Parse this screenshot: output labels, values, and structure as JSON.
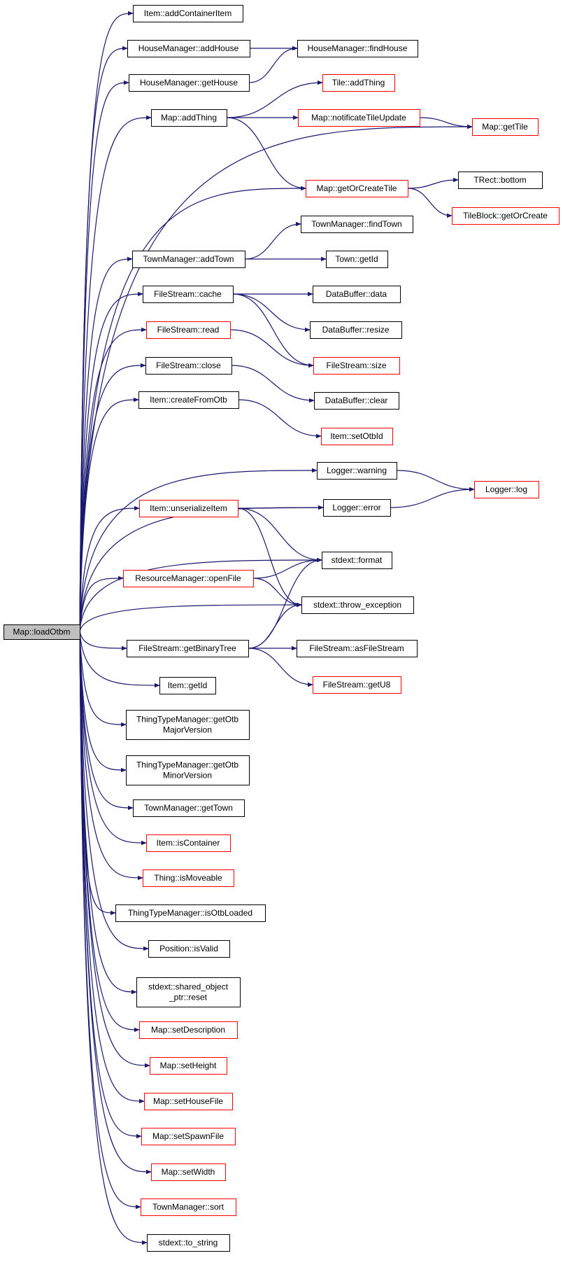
{
  "colors": {
    "edge": "#191970",
    "node_border_documented": "#000000",
    "node_border_undocumented": "#ff0000",
    "root_fill": "#bfbfbf",
    "node_fill": "#ffffff"
  },
  "root": {
    "label": "Map::loadOtbm"
  },
  "nodes": [
    {
      "id": "n1",
      "lines": [
        "Item::addContainerItem"
      ],
      "style": "black"
    },
    {
      "id": "n2",
      "lines": [
        "HouseManager::addHouse"
      ],
      "style": "black"
    },
    {
      "id": "n3",
      "lines": [
        "HouseManager::findHouse"
      ],
      "style": "black"
    },
    {
      "id": "n4",
      "lines": [
        "HouseManager::getHouse"
      ],
      "style": "black"
    },
    {
      "id": "n5",
      "lines": [
        "Tile::addThing"
      ],
      "style": "red"
    },
    {
      "id": "n6",
      "lines": [
        "Map::addThing"
      ],
      "style": "black"
    },
    {
      "id": "n7",
      "lines": [
        "Map::notificateTileUpdate"
      ],
      "style": "red"
    },
    {
      "id": "n8",
      "lines": [
        "Map::getTile"
      ],
      "style": "red"
    },
    {
      "id": "n9",
      "lines": [
        "TRect::bottom"
      ],
      "style": "black"
    },
    {
      "id": "n10",
      "lines": [
        "Map::getOrCreateTile"
      ],
      "style": "red"
    },
    {
      "id": "n11",
      "lines": [
        "TileBlock::getOrCreate"
      ],
      "style": "red"
    },
    {
      "id": "n12",
      "lines": [
        "TownManager::findTown"
      ],
      "style": "black"
    },
    {
      "id": "n13",
      "lines": [
        "TownManager::addTown"
      ],
      "style": "black"
    },
    {
      "id": "n14",
      "lines": [
        "Town::getId"
      ],
      "style": "black"
    },
    {
      "id": "n15",
      "lines": [
        "FileStream::cache"
      ],
      "style": "black"
    },
    {
      "id": "n16",
      "lines": [
        "DataBuffer::data"
      ],
      "style": "black"
    },
    {
      "id": "n17",
      "lines": [
        "FileStream::read"
      ],
      "style": "red"
    },
    {
      "id": "n18",
      "lines": [
        "DataBuffer::resize"
      ],
      "style": "black"
    },
    {
      "id": "n19",
      "lines": [
        "FileStream::close"
      ],
      "style": "black"
    },
    {
      "id": "n20",
      "lines": [
        "FileStream::size"
      ],
      "style": "red"
    },
    {
      "id": "n21",
      "lines": [
        "Item::createFromOtb"
      ],
      "style": "black"
    },
    {
      "id": "n22",
      "lines": [
        "DataBuffer::clear"
      ],
      "style": "black"
    },
    {
      "id": "n23",
      "lines": [
        "Item::setOtbId"
      ],
      "style": "red"
    },
    {
      "id": "n24",
      "lines": [
        "Logger::warning"
      ],
      "style": "black"
    },
    {
      "id": "n25",
      "lines": [
        "Logger::log"
      ],
      "style": "red"
    },
    {
      "id": "n26",
      "lines": [
        "Item::unserializeItem"
      ],
      "style": "red"
    },
    {
      "id": "n27",
      "lines": [
        "Logger::error"
      ],
      "style": "black"
    },
    {
      "id": "n28",
      "lines": [
        "stdext::format"
      ],
      "style": "black"
    },
    {
      "id": "n29",
      "lines": [
        "ResourceManager::openFile"
      ],
      "style": "red"
    },
    {
      "id": "n30",
      "lines": [
        "stdext::throw_exception"
      ],
      "style": "black"
    },
    {
      "id": "n31",
      "lines": [
        "FileStream::getBinaryTree"
      ],
      "style": "black"
    },
    {
      "id": "n32",
      "lines": [
        "FileStream::asFileStream"
      ],
      "style": "black"
    },
    {
      "id": "n33",
      "lines": [
        "FileStream::getU8"
      ],
      "style": "red"
    },
    {
      "id": "n34",
      "lines": [
        "Item::getId"
      ],
      "style": "black"
    },
    {
      "id": "n35",
      "lines": [
        "ThingTypeManager::getOtb",
        "MajorVersion"
      ],
      "style": "black"
    },
    {
      "id": "n36",
      "lines": [
        "ThingTypeManager::getOtb",
        "MinorVersion"
      ],
      "style": "black"
    },
    {
      "id": "n37",
      "lines": [
        "TownManager::getTown"
      ],
      "style": "black"
    },
    {
      "id": "n38",
      "lines": [
        "Item::isContainer"
      ],
      "style": "red"
    },
    {
      "id": "n39",
      "lines": [
        "Thing::isMoveable"
      ],
      "style": "red"
    },
    {
      "id": "n40",
      "lines": [
        "ThingTypeManager::isOtbLoaded"
      ],
      "style": "black"
    },
    {
      "id": "n41",
      "lines": [
        "Position::isValid"
      ],
      "style": "black"
    },
    {
      "id": "n42",
      "lines": [
        "stdext::shared_object",
        "_ptr::reset"
      ],
      "style": "black"
    },
    {
      "id": "n43",
      "lines": [
        "Map::setDescription"
      ],
      "style": "red"
    },
    {
      "id": "n44",
      "lines": [
        "Map::setHeight"
      ],
      "style": "red"
    },
    {
      "id": "n45",
      "lines": [
        "Map::setHouseFile"
      ],
      "style": "red"
    },
    {
      "id": "n46",
      "lines": [
        "Map::setSpawnFile"
      ],
      "style": "red"
    },
    {
      "id": "n47",
      "lines": [
        "Map::setWidth"
      ],
      "style": "red"
    },
    {
      "id": "n48",
      "lines": [
        "TownManager::sort"
      ],
      "style": "red"
    },
    {
      "id": "n49",
      "lines": [
        "stdext::to_string"
      ],
      "style": "black"
    }
  ],
  "edges": [
    [
      "root",
      "n1"
    ],
    [
      "root",
      "n2"
    ],
    [
      "root",
      "n4"
    ],
    [
      "root",
      "n6"
    ],
    [
      "root",
      "n8"
    ],
    [
      "root",
      "n10"
    ],
    [
      "root",
      "n13"
    ],
    [
      "root",
      "n15"
    ],
    [
      "root",
      "n17"
    ],
    [
      "root",
      "n19"
    ],
    [
      "root",
      "n21"
    ],
    [
      "root",
      "n24"
    ],
    [
      "root",
      "n26"
    ],
    [
      "root",
      "n27"
    ],
    [
      "root",
      "n28"
    ],
    [
      "root",
      "n29"
    ],
    [
      "root",
      "n30"
    ],
    [
      "root",
      "n31"
    ],
    [
      "root",
      "n34"
    ],
    [
      "root",
      "n35"
    ],
    [
      "root",
      "n36"
    ],
    [
      "root",
      "n37"
    ],
    [
      "root",
      "n38"
    ],
    [
      "root",
      "n39"
    ],
    [
      "root",
      "n40"
    ],
    [
      "root",
      "n41"
    ],
    [
      "root",
      "n42"
    ],
    [
      "root",
      "n43"
    ],
    [
      "root",
      "n44"
    ],
    [
      "root",
      "n45"
    ],
    [
      "root",
      "n46"
    ],
    [
      "root",
      "n47"
    ],
    [
      "root",
      "n48"
    ],
    [
      "root",
      "n49"
    ],
    [
      "n2",
      "n3"
    ],
    [
      "n4",
      "n3"
    ],
    [
      "n6",
      "n5"
    ],
    [
      "n6",
      "n7"
    ],
    [
      "n6",
      "n10"
    ],
    [
      "n7",
      "n8"
    ],
    [
      "n10",
      "n9"
    ],
    [
      "n10",
      "n11"
    ],
    [
      "n13",
      "n12"
    ],
    [
      "n13",
      "n14"
    ],
    [
      "n15",
      "n16"
    ],
    [
      "n15",
      "n18"
    ],
    [
      "n15",
      "n20"
    ],
    [
      "n17",
      "n20"
    ],
    [
      "n19",
      "n22"
    ],
    [
      "n21",
      "n23"
    ],
    [
      "n24",
      "n25"
    ],
    [
      "n27",
      "n25"
    ],
    [
      "n26",
      "n27"
    ],
    [
      "n26",
      "n28"
    ],
    [
      "n26",
      "n30"
    ],
    [
      "n29",
      "n28"
    ],
    [
      "n29",
      "n30"
    ],
    [
      "n31",
      "n28"
    ],
    [
      "n31",
      "n30"
    ],
    [
      "n31",
      "n32"
    ],
    [
      "n31",
      "n33"
    ]
  ]
}
